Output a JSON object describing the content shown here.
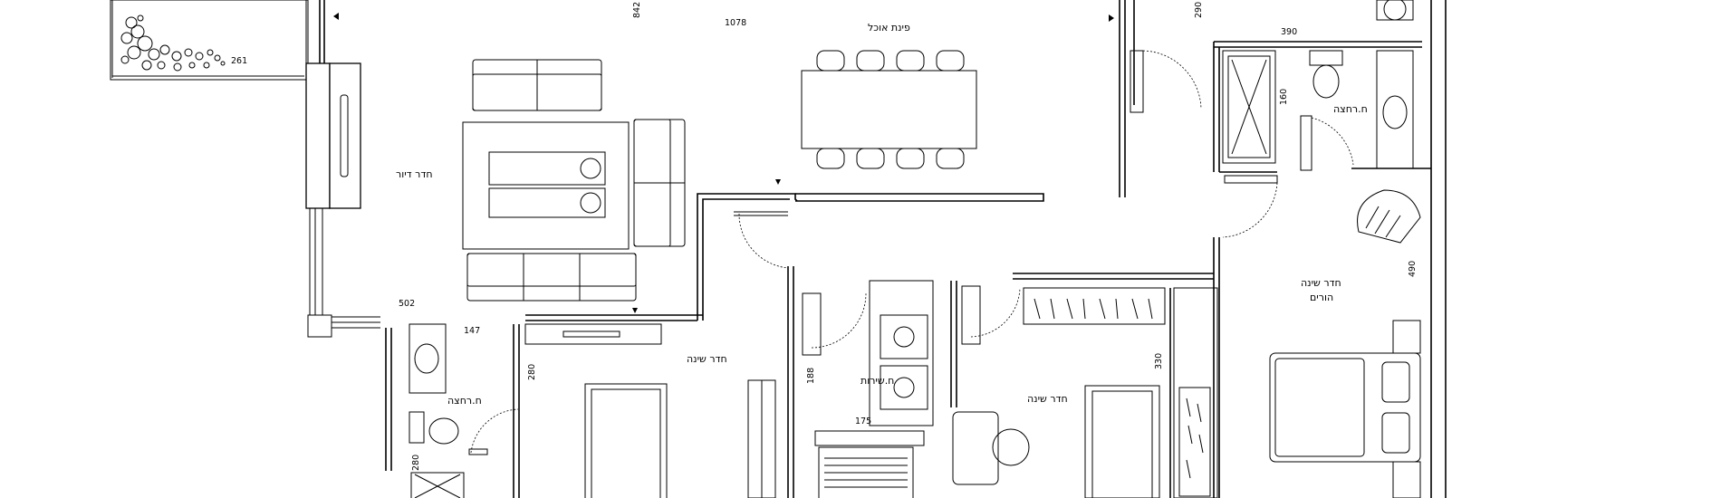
{
  "rooms": {
    "living": "חדר דיור",
    "dining": "פינת אוכל",
    "bath_main": "ח.רחצה",
    "master_bedroom_line1": "חדר שינה",
    "master_bedroom_line2": "הורים",
    "bedroom_1": "חדר שינה",
    "bedroom_2": "חדר שינה",
    "laundry": "ח.שירות",
    "bath_guest": "ח.רחצה"
  },
  "dimensions": {
    "d842": "842",
    "d1078": "1078",
    "d261": "261",
    "d290": "290",
    "d390": "390",
    "d160": "160",
    "d490": "490",
    "d502": "502",
    "d147": "147",
    "d280_a": "280",
    "d280_b": "280",
    "d188": "188",
    "d175": "175",
    "d330": "330"
  }
}
